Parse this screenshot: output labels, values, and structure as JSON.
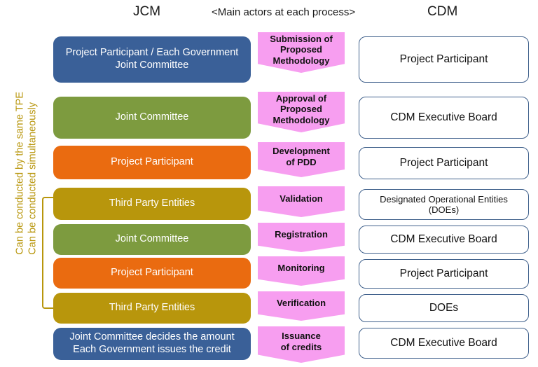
{
  "header": {
    "left_label": "JCM",
    "center_label": "<Main actors at each process>",
    "right_label": "CDM"
  },
  "side_annotation": {
    "line1": "Can be conducted by the same TPE",
    "line2": "Can be conducted simultaneously",
    "color": "#b8960c"
  },
  "colors": {
    "blue": "#3a6098",
    "green": "#7d9b3f",
    "orange": "#ea6b10",
    "olive": "#b8960c",
    "pink": "#f79ef0",
    "cdm_border": "#40618c"
  },
  "rows": [
    {
      "process": "Submission of Proposed Methodology",
      "process_lines": [
        "Submission of",
        "Proposed",
        "Methodology"
      ],
      "jcm_lines": [
        "Project Participant / Each Government",
        "Joint Committee"
      ],
      "jcm_color": "blue",
      "cdm_lines": [
        "Project Participant"
      ],
      "cdm_small": false
    },
    {
      "process": "Approval of Proposed Methodology",
      "process_lines": [
        "Approval of",
        "Proposed",
        "Methodology"
      ],
      "jcm_lines": [
        "Joint Committee"
      ],
      "jcm_color": "green",
      "cdm_lines": [
        "CDM Executive Board"
      ],
      "cdm_small": false
    },
    {
      "process": "Development of PDD",
      "process_lines": [
        "Development",
        "of PDD"
      ],
      "jcm_lines": [
        "Project Participant"
      ],
      "jcm_color": "orange",
      "cdm_lines": [
        "Project Participant"
      ],
      "cdm_small": false
    },
    {
      "process": "Validation",
      "process_lines": [
        "Validation"
      ],
      "jcm_lines": [
        "Third Party Entities"
      ],
      "jcm_color": "olive",
      "cdm_lines": [
        "Designated Operational Entities",
        "(DOEs)"
      ],
      "cdm_small": true
    },
    {
      "process": "Registration",
      "process_lines": [
        "Registration"
      ],
      "jcm_lines": [
        "Joint Committee"
      ],
      "jcm_color": "green",
      "cdm_lines": [
        "CDM Executive Board"
      ],
      "cdm_small": false
    },
    {
      "process": "Monitoring",
      "process_lines": [
        "Monitoring"
      ],
      "jcm_lines": [
        "Project Participant"
      ],
      "jcm_color": "orange",
      "cdm_lines": [
        "Project Participant"
      ],
      "cdm_small": false
    },
    {
      "process": "Verification",
      "process_lines": [
        "Verification"
      ],
      "jcm_lines": [
        "Third Party Entities"
      ],
      "jcm_color": "olive",
      "cdm_lines": [
        "DOEs"
      ],
      "cdm_small": false
    },
    {
      "process": "Issuance of credits",
      "process_lines": [
        "Issuance",
        "of credits"
      ],
      "jcm_lines": [
        "Joint Committee decides the amount",
        "Each Government issues the credit"
      ],
      "jcm_color": "blue",
      "cdm_lines": [
        "CDM Executive Board"
      ],
      "cdm_small": false
    }
  ]
}
